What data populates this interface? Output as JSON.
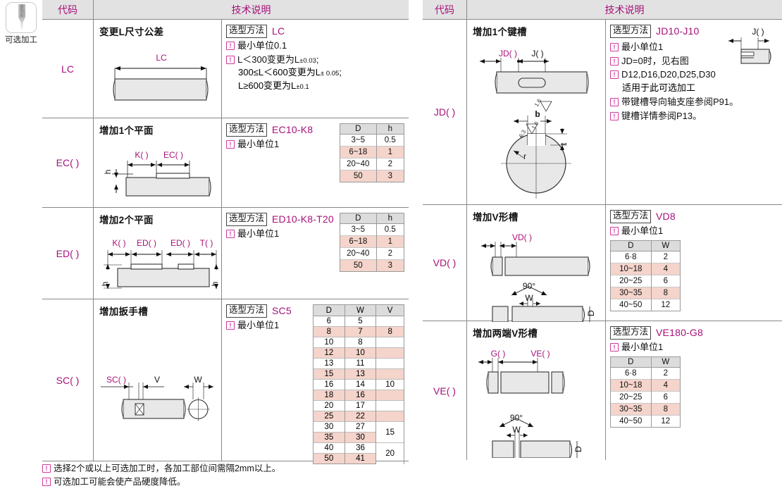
{
  "icon": {
    "name": "drill-bit-icon",
    "label": "可选加工"
  },
  "headers": {
    "code": "代码",
    "tech": "技术说明"
  },
  "colors": {
    "accent": "#a6117a",
    "bullet": "#d2389c",
    "alt_row": "#f4d4cb",
    "header_bg": "#dcdcdc"
  },
  "left_column": {
    "sections": [
      {
        "code": "LC",
        "title": "变更L尺寸公差",
        "sel_label": "选型方法",
        "sel_code": "LC",
        "notes": [
          "最小单位0.1",
          "L＜300变更为L±0.03;"
        ],
        "note_lines": [
          "300≤L＜600变更为L± 0.05;",
          "L≥600变更为L±0.1"
        ],
        "drawing_labels": [
          "LC"
        ]
      },
      {
        "code": "EC( )",
        "title": "增加1个平面",
        "sel_label": "选型方法",
        "sel_code": "EC10-K8",
        "notes": [
          "最小单位1"
        ],
        "drawing_labels": [
          "h",
          "K( )",
          "EC( )"
        ],
        "table": {
          "columns": [
            "D",
            "h"
          ],
          "rows": [
            [
              "3~5",
              "0.5"
            ],
            [
              "6~18",
              "1"
            ],
            [
              "20~40",
              "2"
            ],
            [
              "50",
              "3"
            ]
          ]
        }
      },
      {
        "code": "ED( )",
        "title": "增加2个平面",
        "sel_label": "选型方法",
        "sel_code": "ED10-K8-T20",
        "notes": [
          "最小单位1"
        ],
        "drawing_labels": [
          "K( )",
          "ED( )",
          "ED( )",
          "T( )",
          "h",
          "h"
        ],
        "table": {
          "columns": [
            "D",
            "h"
          ],
          "rows": [
            [
              "3~5",
              "0.5"
            ],
            [
              "6~18",
              "1"
            ],
            [
              "20~40",
              "2"
            ],
            [
              "50",
              "3"
            ]
          ]
        }
      },
      {
        "code": "SC( )",
        "title": "增加扳手槽",
        "sel_label": "选型方法",
        "sel_code": "SC5",
        "notes": [
          "最小单位1"
        ],
        "drawing_labels": [
          "SC( )",
          "V",
          "W"
        ],
        "table": {
          "columns": [
            "D",
            "W",
            "V"
          ],
          "rows": [
            {
              "d": "6",
              "w": "5",
              "v": "",
              "alt": false
            },
            {
              "d": "8",
              "w": "7",
              "v": "8",
              "alt": true
            },
            {
              "d": "10",
              "w": "8",
              "v": "",
              "alt": false
            },
            {
              "d": "12",
              "w": "10",
              "v": "",
              "alt": true
            },
            {
              "d": "13",
              "w": "11",
              "v": "",
              "alt": false
            },
            {
              "d": "15",
              "w": "13",
              "v": "",
              "alt": true
            },
            {
              "d": "16",
              "w": "14",
              "v": "10",
              "alt": false
            },
            {
              "d": "18",
              "w": "16",
              "v": "",
              "alt": true
            },
            {
              "d": "20",
              "w": "17",
              "v": "",
              "alt": false
            },
            {
              "d": "25",
              "w": "22",
              "v": "",
              "alt": true
            },
            {
              "d": "30",
              "w": "27",
              "v": "",
              "alt": false
            },
            {
              "d": "35",
              "w": "30",
              "v": "15",
              "alt": true
            },
            {
              "d": "40",
              "w": "36",
              "v": "",
              "alt": false
            },
            {
              "d": "50",
              "w": "41",
              "v": "20",
              "alt": true
            }
          ]
        }
      }
    ]
  },
  "right_column": {
    "sections": [
      {
        "code": "JD( )",
        "title": "增加1个键槽",
        "sel_label": "选型方法",
        "sel_code": "JD10-J10",
        "notes": [
          "最小单位1",
          "JD=0时，见右图",
          "D12,D16,D20,D25,D30",
          "带键槽导向轴支座参阅P91。",
          "键槽详情参阅P13。"
        ],
        "note_indent": "适用于此可选加工",
        "drawing_labels": [
          "JD( )",
          "J( )",
          "b",
          "r",
          "t",
          "1.6",
          "1.6",
          "6.3"
        ],
        "inset_label": "J( )"
      },
      {
        "code": "VD( )",
        "title": "增加V形槽",
        "sel_label": "选型方法",
        "sel_code": "VD8",
        "notes": [
          "最小单位1"
        ],
        "drawing_labels": [
          "VD( )",
          "90°",
          "W",
          "D"
        ],
        "table": {
          "columns": [
            "D",
            "W"
          ],
          "rows": [
            [
              "6·8",
              "2"
            ],
            [
              "10~18",
              "4"
            ],
            [
              "20~25",
              "6"
            ],
            [
              "30~35",
              "8"
            ],
            [
              "40~50",
              "12"
            ]
          ]
        }
      },
      {
        "code": "VE( )",
        "title": "增加两端V形槽",
        "sel_label": "选型方法",
        "sel_code": "VE180-G8",
        "notes": [
          "最小单位1"
        ],
        "drawing_labels": [
          "G( )",
          "VE( )",
          "90°",
          "W",
          "D"
        ],
        "table": {
          "columns": [
            "D",
            "W"
          ],
          "rows": [
            [
              "6·8",
              "2"
            ],
            [
              "10~18",
              "4"
            ],
            [
              "20~25",
              "6"
            ],
            [
              "30~35",
              "8"
            ],
            [
              "40~50",
              "12"
            ]
          ]
        }
      }
    ]
  },
  "footer": {
    "notes": [
      "选择2个或以上可选加工时，各加工部位间需隔2mm以上。",
      "可选加工可能会使产品硬度降低。"
    ]
  }
}
